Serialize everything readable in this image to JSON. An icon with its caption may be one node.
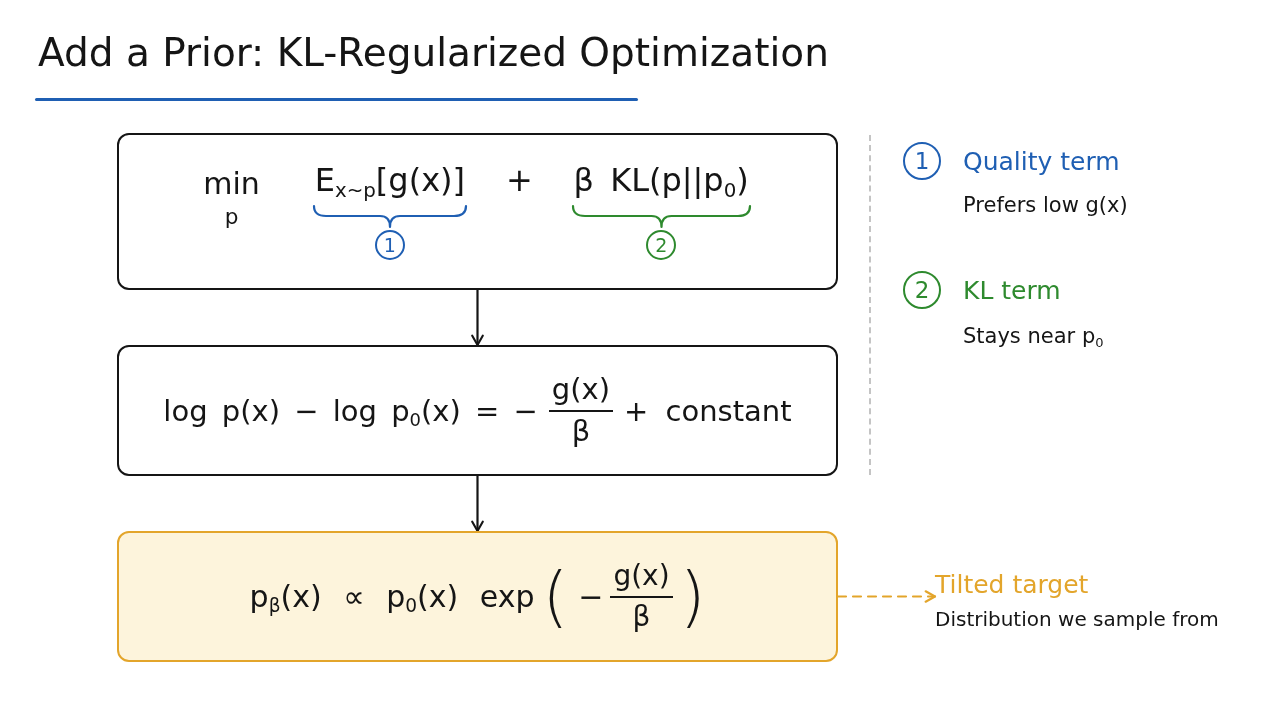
{
  "diagram": {
    "title": "Add a Prior: KL-Regularized Optimization",
    "nodes": [
      {
        "text": [
          "min$_{p}$",
          "E$_{x~p}$[g(x)]",
          "+",
          "β KL(p||p$_{0}$)",
          "1",
          "2"
        ]
      },
      {
        "text": [
          "log p(x) − log p$_{0}$(x) = −",
          "g(x)",
          "β",
          "+ constant"
        ]
      },
      {
        "text": [
          "p$_{β}$(x) ∝ p$_{0}$(x) exp",
          "(",
          "−",
          "g(x)",
          "β",
          ")"
        ]
      },
      {
        "text": [
          "Tilted target",
          "Distribution we sample from"
        ]
      }
    ],
    "edges": [
      {
        "from": 0,
        "to": 1,
        "arrow": "to"
      },
      {
        "from": 1,
        "to": 2,
        "arrow": "to"
      },
      {
        "from": 2,
        "to": 3,
        "arrow": "to",
        "style": "dashed",
        "color": "#e3a52b"
      }
    ],
    "labels": [
      "1",
      "Quality term",
      "Prefers low g(x)",
      "2",
      "KL term",
      "Stays near p$_{0}$"
    ]
  }
}
